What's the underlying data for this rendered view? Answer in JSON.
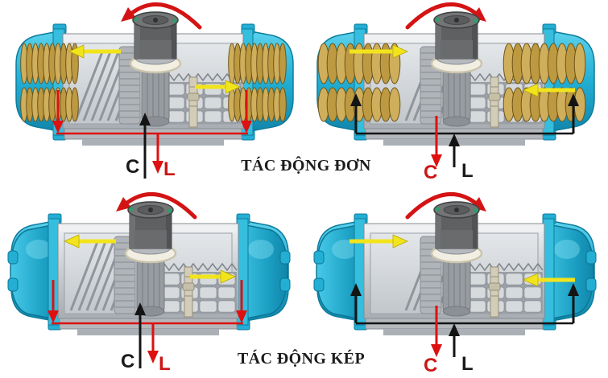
{
  "colors": {
    "background": "#ffffff",
    "housing_cyan": "#2ab4d8",
    "housing_cyan_dark": "#0e7c9c",
    "body_gray": "#cfd3d6",
    "spring_gold": "#cfae5c",
    "spring_gold_dark": "#6e5518",
    "pinion_gray": "#5e6062",
    "rotation_arrow_red": "#d41414",
    "flow_arrow_yellow": "#f2e41c",
    "flow_arrow_red": "#dd1111",
    "flow_arrow_black": "#141414",
    "label_black": "#1a1a1a",
    "label_red": "#cc1616"
  },
  "sections": [
    {
      "label": "TÁC ĐỘNG ĐƠN"
    },
    {
      "label": "TÁC ĐỘNG KÉP"
    }
  ],
  "diagrams": [
    {
      "name": "spring-return-air-stroke",
      "actuator_type": "spring-return",
      "springs": "compressed",
      "rotation": "counterclockwise",
      "piston_motion": "outward",
      "side_flow": {
        "color": "red",
        "direction": "down"
      },
      "ports": {
        "c": {
          "label": "C",
          "color": "black",
          "direction": "in-up"
        },
        "l": {
          "label": "L",
          "color": "red",
          "direction": "out-down"
        }
      }
    },
    {
      "name": "spring-return-spring-stroke",
      "actuator_type": "spring-return",
      "springs": "extended",
      "rotation": "clockwise",
      "piston_motion": "inward",
      "side_flow": {
        "color": "black",
        "direction": "up"
      },
      "ports": {
        "c": {
          "label": "C",
          "color": "red",
          "direction": "out-down"
        },
        "l": {
          "label": "L",
          "color": "black",
          "direction": "in-up"
        }
      }
    },
    {
      "name": "double-acting-open-stroke",
      "actuator_type": "double-acting",
      "springs": null,
      "rotation": "counterclockwise",
      "piston_motion": "outward",
      "side_flow": {
        "color": "red",
        "direction": "down"
      },
      "ports": {
        "c": {
          "label": "C",
          "color": "black",
          "direction": "in-up"
        },
        "l": {
          "label": "L",
          "color": "red",
          "direction": "out-down"
        }
      }
    },
    {
      "name": "double-acting-close-stroke",
      "actuator_type": "double-acting",
      "springs": null,
      "rotation": "clockwise",
      "piston_motion": "inward",
      "side_flow": {
        "color": "black",
        "direction": "up"
      },
      "ports": {
        "c": {
          "label": "C",
          "color": "red",
          "direction": "out-down"
        },
        "l": {
          "label": "L",
          "color": "black",
          "direction": "in-up"
        }
      }
    }
  ]
}
